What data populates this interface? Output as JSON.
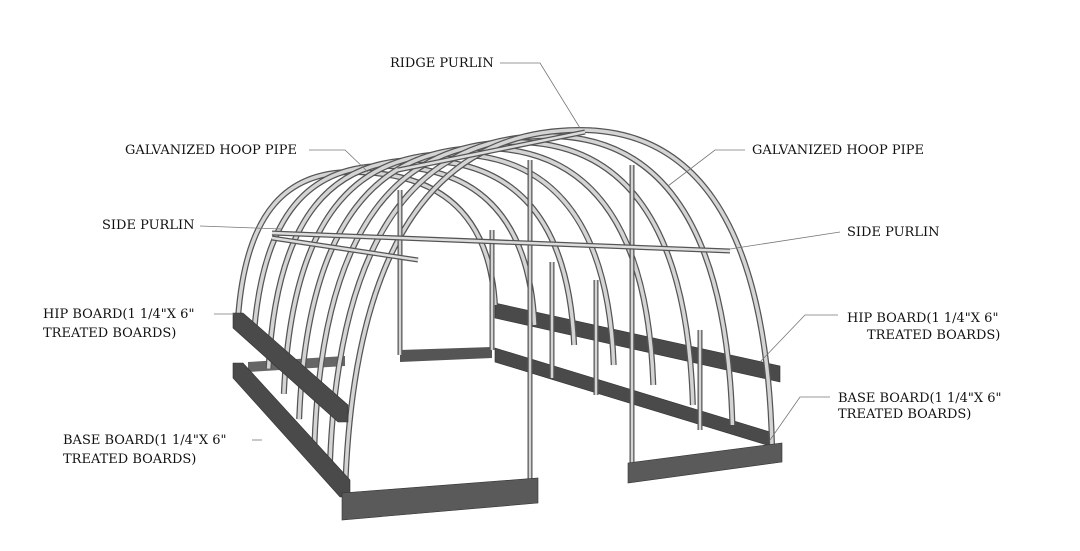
{
  "labels": {
    "ridge_purlin": "RIDGE PURLIN",
    "hoop_left": "GALVANIZED HOOP PIPE",
    "hoop_right": "GALVANIZED HOOP PIPE",
    "side_purlin_left": "SIDE PURLIN",
    "side_purlin_right": "SIDE PURLIN",
    "hip_left_1": "HIP BOARD(1 1/4\"X 6\"",
    "hip_left_2": "TREATED BOARDS)",
    "hip_right_1": "HIP BOARD(1 1/4\"X 6\"",
    "hip_right_2": "TREATED BOARDS)",
    "base_left_1": "BASE BOARD(1 1/4\"X 6\"",
    "base_left_2": "TREATED BOARDS)",
    "base_right_1": "BASE BOARD(1 1/4\"X 6\"",
    "base_right_2": "TREATED BOARDS)"
  },
  "colors": {
    "pipe_outline": "#555555",
    "pipe_fill": "#d4d4d4",
    "board": "#4a4a4a",
    "board_top": "#6e6e6e"
  },
  "hoop_count": 8
}
